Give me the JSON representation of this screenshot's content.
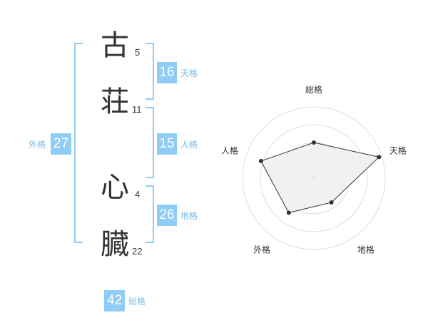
{
  "name": {
    "characters": [
      {
        "char": "古",
        "strokes": "5"
      },
      {
        "char": "荘",
        "strokes": "11"
      },
      {
        "char": "心",
        "strokes": "4"
      },
      {
        "char": "臓",
        "strokes": "22"
      }
    ]
  },
  "fortune": {
    "tenkaku": {
      "value": "16",
      "label": "天格"
    },
    "jinkaku": {
      "value": "15",
      "label": "人格"
    },
    "chikaku": {
      "value": "26",
      "label": "地格"
    },
    "gaikaku": {
      "value": "27",
      "label": "外格"
    },
    "soukaku": {
      "value": "42",
      "label": "総格"
    }
  },
  "colors": {
    "accent": "#8fcdf6",
    "tag_text": "#79b9e3",
    "polygon_fill": "#eeeeee",
    "polygon_stroke": "#333333",
    "grid": "#dddddd"
  },
  "chart_data": {
    "type": "radar",
    "axes": [
      "総格",
      "天格",
      "地格",
      "外格",
      "人格"
    ],
    "values": [
      0.5,
      0.96,
      0.42,
      0.6,
      0.78
    ],
    "range": [
      0,
      1
    ],
    "rings": 4
  }
}
